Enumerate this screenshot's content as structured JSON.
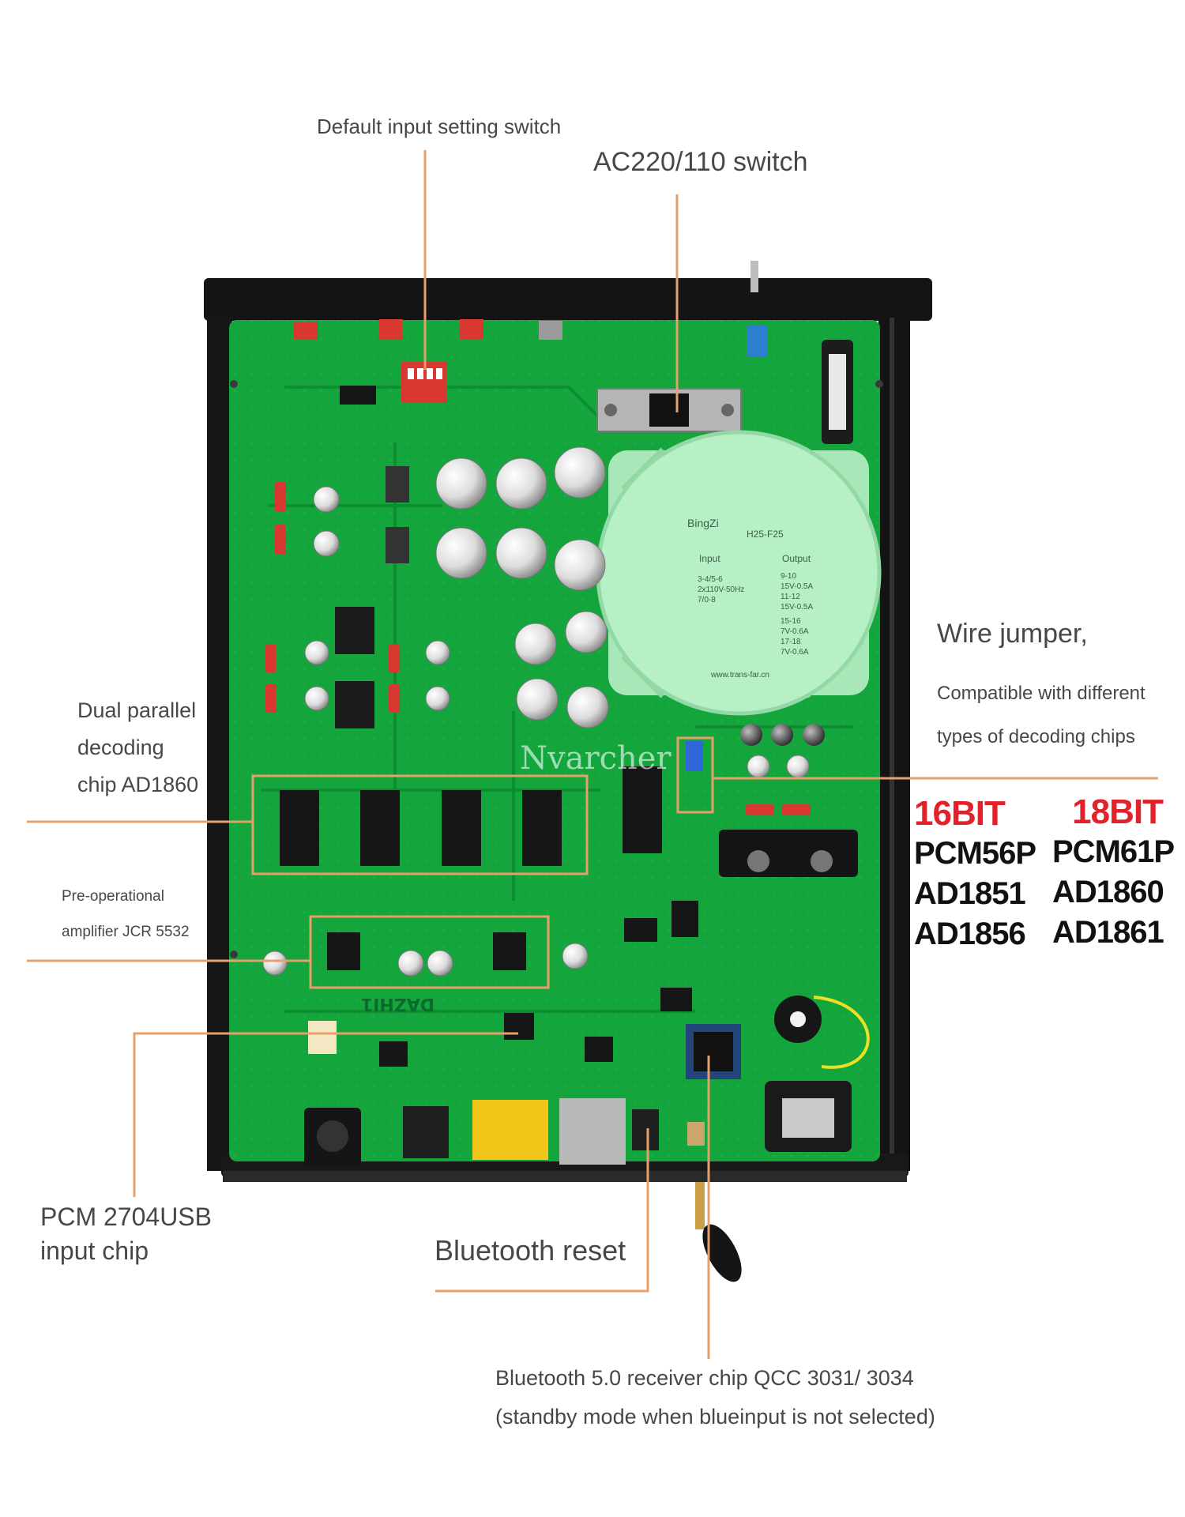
{
  "labels": {
    "input_switch": "Default input setting switch",
    "ac_switch": "AC220/110 switch",
    "wire_jumper_title": "Wire jumper,",
    "wire_jumper_line1": "Compatible with different",
    "wire_jumper_line2": "types of decoding chips",
    "dual_chip_line1": "Dual parallel",
    "dual_chip_line2": "decoding",
    "dual_chip_line3": "chip AD1860",
    "preamp_line1": "Pre-operational",
    "preamp_line2": "amplifier JCR 5532",
    "usb_chip_line1": "PCM 2704USB",
    "usb_chip_line2": "input chip",
    "bt_reset": "Bluetooth reset",
    "bt_chip_line1": "Bluetooth 5.0 receiver chip QCC 3031/ 3034",
    "bt_chip_line2": "(standby mode when blueinput is not selected)",
    "watermark": "Nvarcher"
  },
  "chip_table": {
    "col16": {
      "header": "16BIT",
      "items": [
        "PCM56P",
        "AD1851",
        "AD1856"
      ]
    },
    "col18": {
      "header": "18BIT",
      "items": [
        "PCM61P",
        "AD1860",
        "AD1861"
      ]
    }
  },
  "transformer": {
    "brand": "BingZi",
    "model": "H25-F25",
    "input_title": "Input",
    "output_title": "Output",
    "input_lines": [
      "3-4/5-6",
      "2x110V-50Hz",
      "7/0-8"
    ],
    "output_lines": [
      "9-10",
      "15V-0.5A",
      "11-12",
      "15V-0.5A",
      "15-16",
      "7V-0.6A",
      "17-18",
      "7V-0.6A"
    ],
    "site": "www.trans-far.cn"
  },
  "pcb_marking": "DAZHI1",
  "colors": {
    "pcb_green": "#14a53d",
    "case_black": "#111111",
    "callout_orange": "#e8a06a",
    "transformer_green": "#a8e8b8",
    "heading_red": "#e2222a",
    "label_gray": "#474747"
  }
}
